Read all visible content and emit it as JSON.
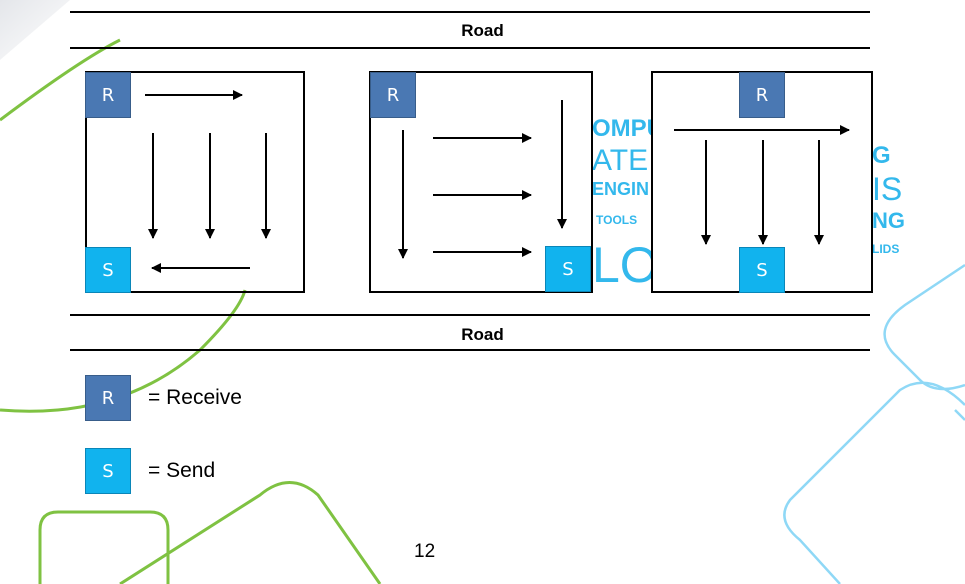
{
  "road_top_label": "Road",
  "road_bottom_label": "Road",
  "badges": {
    "receive": "R",
    "send": "S"
  },
  "legend": [
    {
      "symbol": "R",
      "text": "= Receive"
    },
    {
      "symbol": "S",
      "text": "= Send"
    }
  ],
  "page_number": "12",
  "background_words": [
    "OMPU",
    "ATE",
    "ENGIN",
    "TOOLS",
    "LO",
    "IS",
    "G",
    "NG",
    "LIDS"
  ],
  "colors": {
    "receive_badge": "#4a78b3",
    "send_badge": "#11b3ee",
    "green_accent": "#7fc242",
    "blue_accent": "#8fd8f6",
    "word_cloud": "#33b8ec"
  }
}
